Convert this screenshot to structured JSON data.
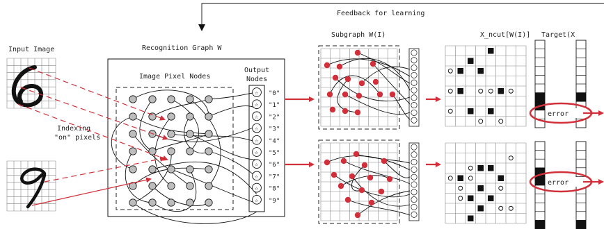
{
  "labels": {
    "feedback": "Feedback for learning",
    "input_image": "Input Image",
    "recognition_graph": "Recognition Graph W",
    "pixel_nodes": "Image Pixel Nodes",
    "output_nodes_1": "Output",
    "output_nodes_2": "Nodes",
    "indexing_1": "Indexing",
    "indexing_2": "\"on\" pixels",
    "subgraph": "Subgraph W(I)",
    "xncut": "X_ncut[W(I)]",
    "target": "Target(X",
    "error_top": "error",
    "error_bottom": "error"
  },
  "output_digits": [
    "\"0\"",
    "\"1\"",
    "\"2\"",
    "\"3\"",
    "\"4\"",
    "\"5\"",
    "\"6\"",
    "\"7\"",
    "\"8\"",
    "\"9\""
  ],
  "colors": {
    "accent": "#d1303a",
    "node_grey": "#bdbdbd",
    "ink": "#111111"
  }
}
